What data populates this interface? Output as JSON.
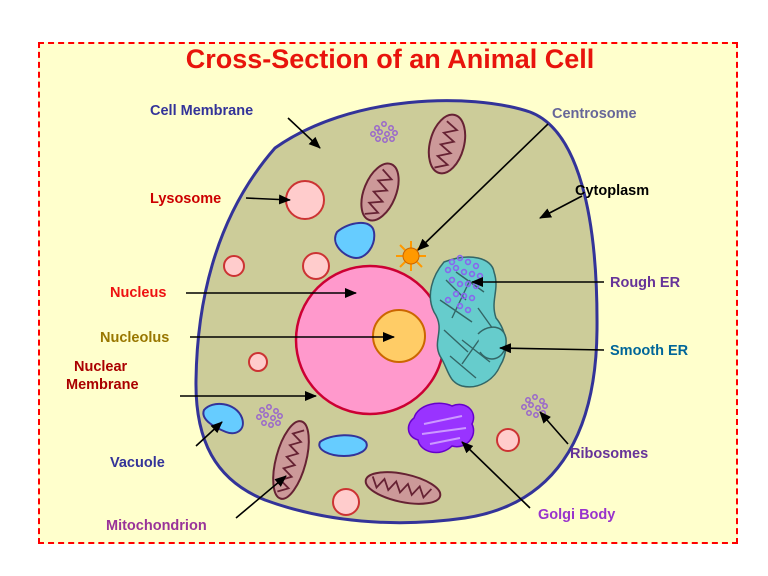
{
  "title": "Cross-Section of an Animal Cell",
  "colors": {
    "frame_border": "#ff0000",
    "frame_fill": "#ffffcc",
    "title": "#e8140c",
    "cytoplasm": "#cccc99",
    "membrane": "#333399",
    "nucleus": "#ff99cc",
    "nucleolus": "#ffcc66",
    "lysosome": "#ffcccc",
    "vacuole": "#66ccff",
    "mitochondrion": "#cc9999",
    "golgi": "#9933ff",
    "er": "#66cccc",
    "ribosome": "#9999ff",
    "centrosome": "#ff9900"
  },
  "labels": {
    "cell_membrane": {
      "text": "Cell Membrane",
      "color": "#333399"
    },
    "centrosome": {
      "text": "Centrosome",
      "color": "#666699"
    },
    "lysosome": {
      "text": "Lysosome",
      "color": "#cc0000"
    },
    "cytoplasm": {
      "text": "Cytoplasm",
      "color": "#000000"
    },
    "nucleus": {
      "text": "Nucleus",
      "color": "#ee1111"
    },
    "rough_er": {
      "text": "Rough ER",
      "color": "#663399"
    },
    "nucleolus": {
      "text": "Nucleolus",
      "color": "#997700"
    },
    "smooth_er": {
      "text": "Smooth ER",
      "color": "#006699"
    },
    "nuclear_membrane_line1": {
      "text": "Nuclear",
      "color": "#aa0000"
    },
    "nuclear_membrane_line2": {
      "text": "Membrane",
      "color": "#aa0000"
    },
    "vacuole": {
      "text": "Vacuole",
      "color": "#333399"
    },
    "ribosomes": {
      "text": "Ribosomes",
      "color": "#663399"
    },
    "golgi_body": {
      "text": "Golgi Body",
      "color": "#9933cc"
    },
    "mitochondrion": {
      "text": "Mitochondrion",
      "color": "#993399"
    }
  }
}
